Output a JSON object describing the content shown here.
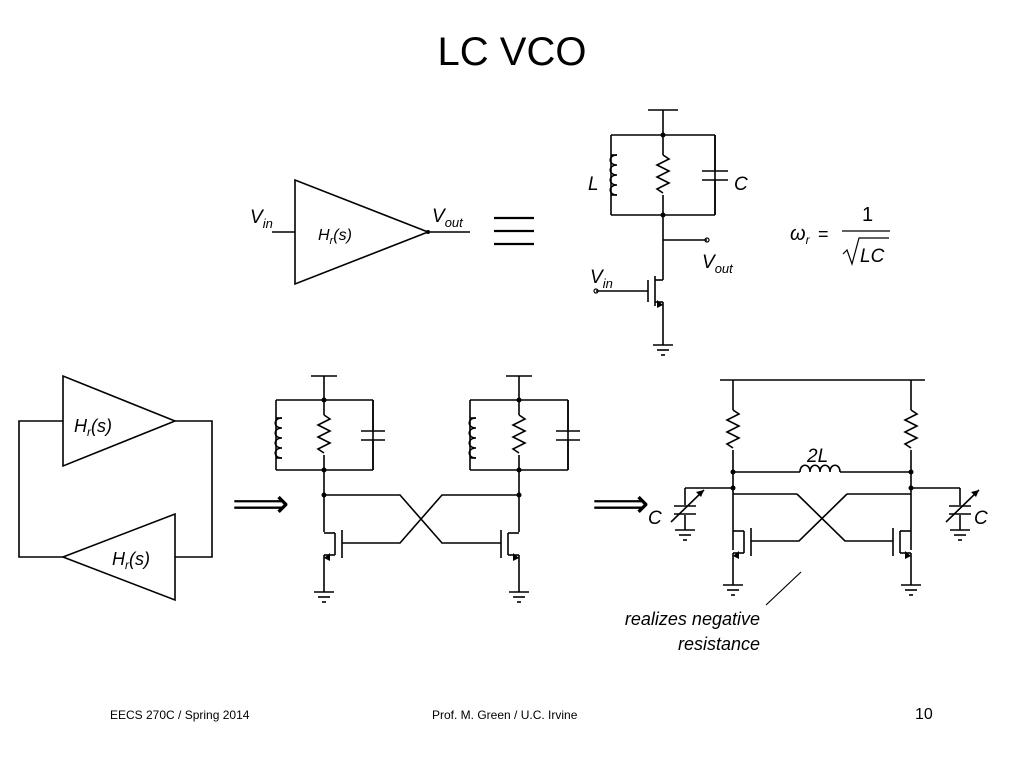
{
  "title": "LC VCO",
  "labels": {
    "V": "V",
    "in": "in",
    "out": "out",
    "H": "H",
    "r": "r",
    "s_paren": "(s)",
    "L": "L",
    "C": "C",
    "two_L": "2L",
    "omega": "ω",
    "equals": "=",
    "one": "1",
    "sqrt_LC": "LC",
    "equiv": "≡",
    "implies": "⟹"
  },
  "annotation": {
    "line1": "realizes negative",
    "line2": "resistance"
  },
  "footer": {
    "left": "EECS 270C / Spring 2014",
    "center": "Prof. M. Green / U.C. Irvine",
    "page": "10"
  }
}
